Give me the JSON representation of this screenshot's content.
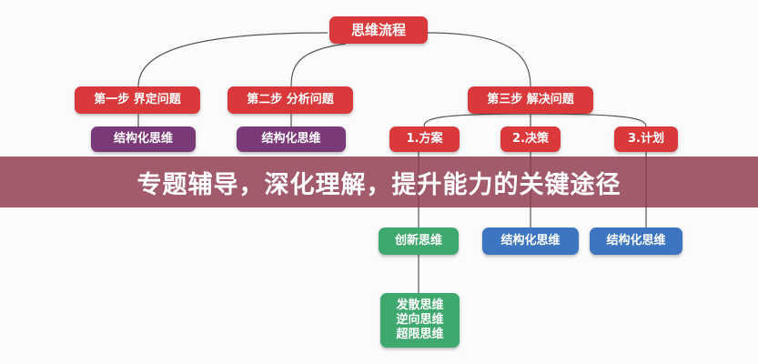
{
  "diagram": {
    "root": "思维流程",
    "steps": [
      "第一步 界定问题",
      "第二步 分析问题",
      "第三步 解决问题"
    ],
    "step1_child": "结构化思维",
    "step2_child": "结构化思维",
    "step3_children": [
      "1.方案",
      "2.决策",
      "3.计划"
    ],
    "level3": [
      "创新思维",
      "结构化思维",
      "结构化思维"
    ],
    "level4": [
      "发散思维",
      "逆向思维",
      "超限思维"
    ]
  },
  "banner": {
    "title": "专题辅导，深化理解，提升能力的关键途径"
  }
}
